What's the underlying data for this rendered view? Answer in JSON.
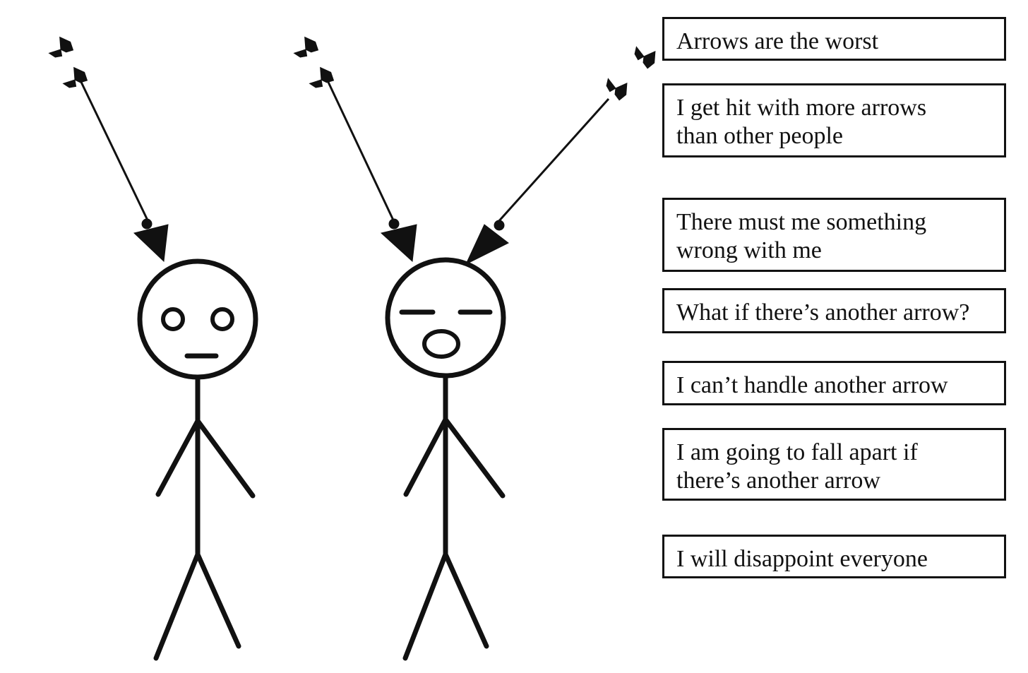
{
  "boxes": [
    {
      "text": "Arrows are the worst"
    },
    {
      "text": "I get hit with more arrows\nthan other people"
    },
    {
      "text": "There must me something\nwrong with me"
    },
    {
      "text": "What if there’s another arrow?"
    },
    {
      "text": "I can’t handle another arrow"
    },
    {
      "text": "I am going to fall apart if\nthere’s another arrow"
    },
    {
      "text": "I will disappoint everyone"
    }
  ],
  "colors": {
    "ink": "#111111",
    "background": "#ffffff"
  }
}
